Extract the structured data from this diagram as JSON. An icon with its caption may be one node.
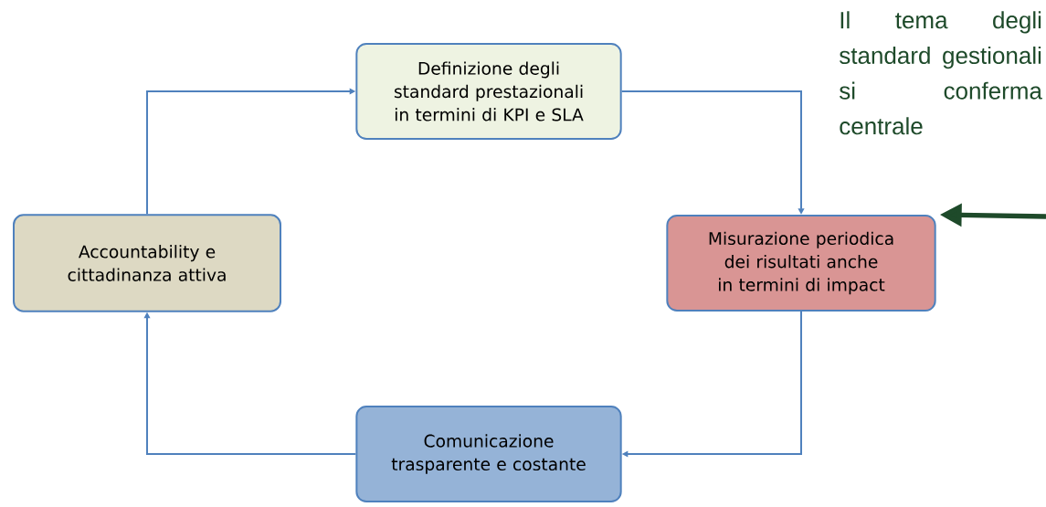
{
  "diagram": {
    "nodes": [
      {
        "text": [
          "Definizione degli standard prestazionali in termini di KPI e SLA"
        ]
      },
      {
        "text": [
          "Accountability e cittadinanza attiva"
        ]
      },
      {
        "text": [
          "Misurazione periodica dei risultati anche in termini di impact"
        ]
      },
      {
        "text": [
          "Comunicazione trasparente e costante"
        ]
      }
    ],
    "edges": [
      {
        "from": 0,
        "to": 2,
        "arrow": "to"
      },
      {
        "from": 2,
        "to": 3,
        "arrow": "to"
      },
      {
        "from": 3,
        "to": 1,
        "arrow": "to"
      },
      {
        "from": 1,
        "to": 0,
        "arrow": "to"
      },
      {
        "from": null,
        "to": 2,
        "arrow": "to",
        "style": "thick",
        "color": "#1e4a2a"
      }
    ],
    "labels": [
      "Il tema degli standard gestionali si conferma centrale"
    ]
  }
}
